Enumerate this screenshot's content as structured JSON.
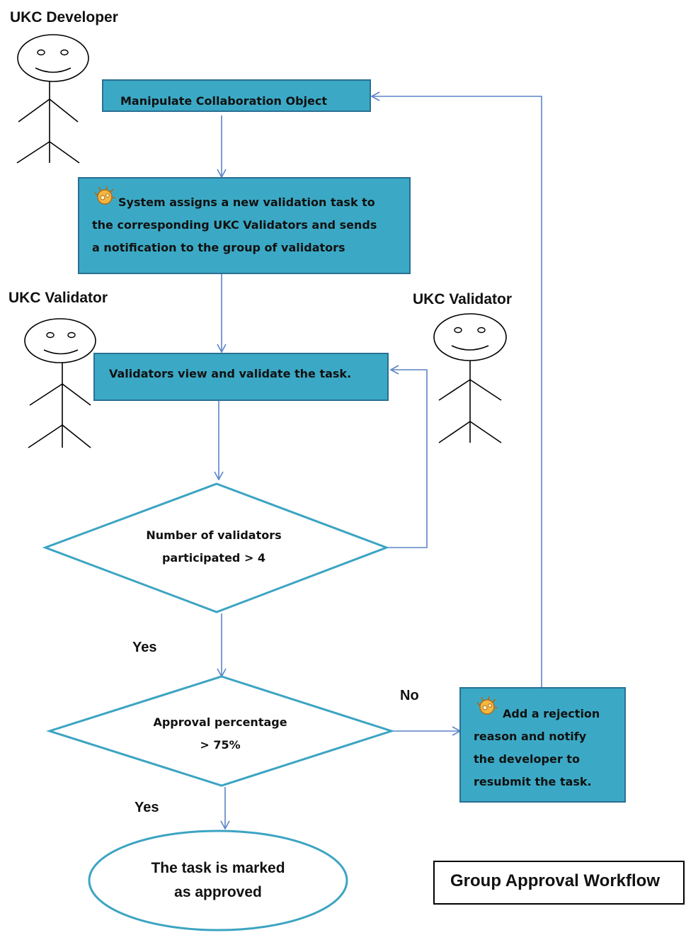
{
  "actors": {
    "developer": "UKC Developer",
    "validator_left": "UKC Validator",
    "validator_right": "UKC Validator"
  },
  "processes": {
    "manipulate": "Manipulate Collaboration Object",
    "assign": [
      "System assigns a new validation task to",
      "the corresponding UKC Validators and sends",
      "a notification to the group of validators"
    ],
    "validate": "Validators view and validate the task.",
    "reject": [
      "Add a rejection",
      "reason and notify",
      "the developer to",
      "resubmit the task."
    ]
  },
  "decisions": {
    "participants": [
      "Number of validators",
      "participated > 4"
    ],
    "approval": [
      "Approval percentage",
      "> 75%"
    ]
  },
  "edges": {
    "yes_1": "Yes",
    "yes_2": "Yes",
    "no": "No"
  },
  "end_state": [
    "The task is marked",
    "as approved"
  ],
  "legend": {
    "title": "Group Approval Workflow"
  },
  "icons": {
    "system_icon": "gear-sun-icon"
  },
  "colors": {
    "process_fill": "#3ba9c5",
    "decision_stroke": "#3ca4c2",
    "connector": "#5b84c8"
  }
}
